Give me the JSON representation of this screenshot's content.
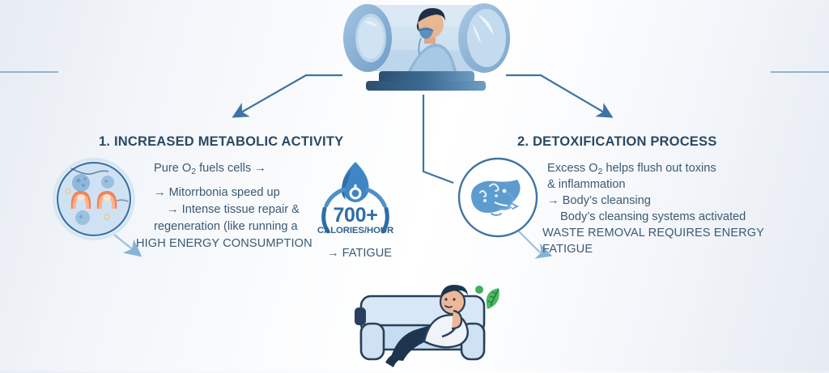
{
  "meta": {
    "title": "Why hyperbaric oxygen therapy causes fatigue",
    "background_color": "#f2f5f9",
    "accent_color": "#2f6ea8",
    "heading_color": "#2b4a63",
    "body_text_color": "#3c5a72"
  },
  "top_illustration": {
    "icon_name": "hyperbaric-chamber-with-patient",
    "description": "Man wearing an oxygen mask seated inside a transparent hyperbaric oxygen chamber"
  },
  "sections": [
    {
      "number": "1.",
      "heading": "1. INCREASED METABOLIC ACTIVITY",
      "icon_name": "cell-with-mitochondria-icon",
      "lines": [
        {
          "text": "Pure O2 fuels cells →",
          "style": "normal",
          "rich": true
        },
        {
          "text": "→ Mitorrbonia speed up",
          "style": "normal"
        },
        {
          "text": "→ Intense tissue repair &",
          "style": "normal"
        },
        {
          "text": "regeneration (like running a",
          "style": "normal"
        },
        {
          "text": "HIGH ENERGY CONSUMPTION",
          "style": "caps"
        }
      ],
      "line1_prefix": "Pure O",
      "line1_sub": "2",
      "line1_suffix": " fuels cells →"
    },
    {
      "number": "2.",
      "heading": "2. DETOXIFICATION PROCESS",
      "icon_name": "liver-detox-icon",
      "lines": [
        {
          "text": "Excess O2 helps flush out toxins",
          "style": "normal",
          "rich": true
        },
        {
          "text": "& inflammation",
          "style": "normal"
        },
        {
          "text": "→ Body’s cleansing",
          "style": "normal"
        },
        {
          "text": "Body’s cleansing systems activated",
          "style": "normal"
        },
        {
          "text": "WASTE REMOVAL REQUIRES ENERGY",
          "style": "caps"
        },
        {
          "text": "FATIGUE",
          "style": "caps"
        }
      ],
      "line1_prefix": "Excess O",
      "line1_sub": "2",
      "line1_suffix": " helps flush out toxins"
    }
  ],
  "calorie_badge": {
    "icon_name": "flame-icon",
    "value": "700+",
    "unit_label": "CALORIES/HOUR",
    "outcome": "→ FATIGUE"
  },
  "bottom_illustration": {
    "icon_name": "tired-man-on-couch",
    "description": "Fatigued man resting on a light blue couch with a green leaf beside him"
  }
}
